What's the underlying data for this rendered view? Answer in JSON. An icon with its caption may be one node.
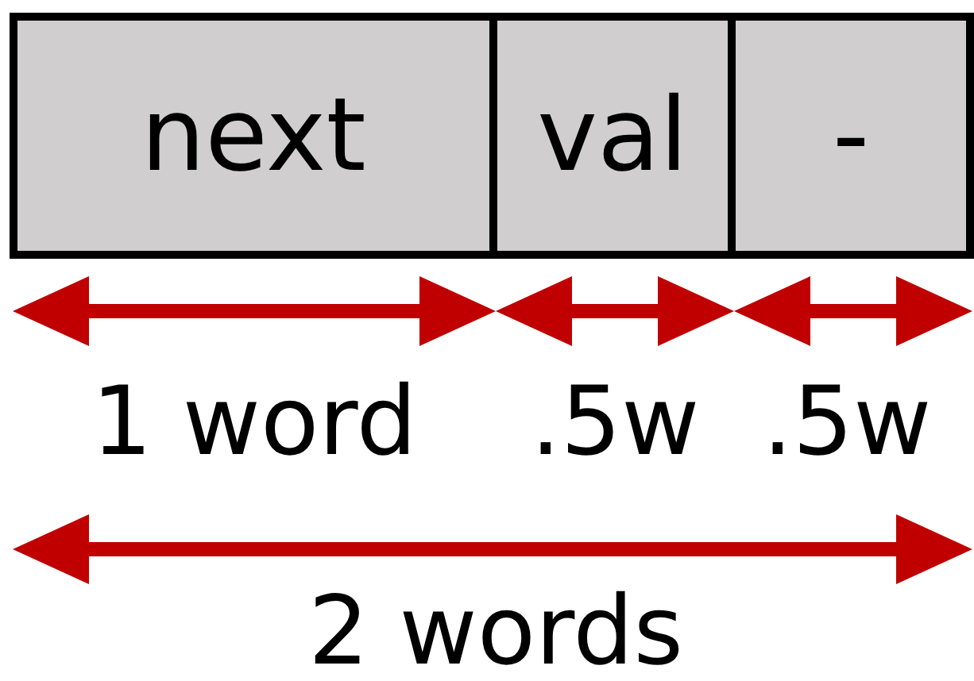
{
  "diagram": {
    "nodes": [
      {
        "text": [
          "next"
        ]
      },
      {
        "text": [
          "val"
        ]
      },
      {
        "text": [
          "-"
        ]
      }
    ],
    "labels": [
      "1 word",
      ".5w",
      ".5w",
      "2 words"
    ]
  }
}
